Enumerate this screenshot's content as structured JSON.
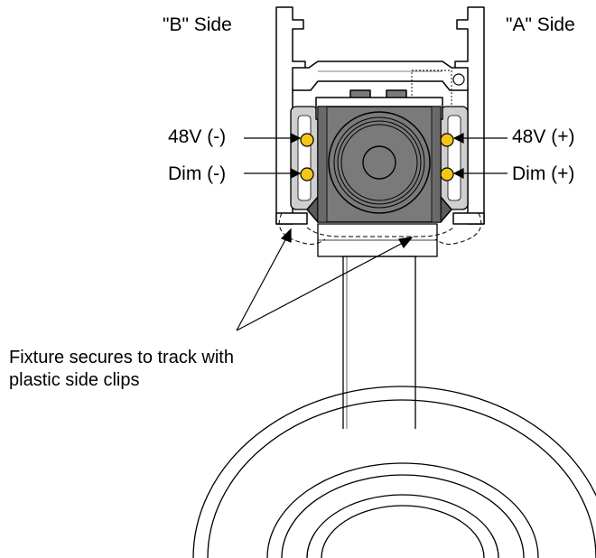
{
  "labels": {
    "b_side": "\"B\" Side",
    "a_side": "\"A\" Side",
    "v48_neg": "48V (-)",
    "v48_pos": "48V (+)",
    "dim_neg": "Dim (-)",
    "dim_pos": "Dim (+)"
  },
  "note": {
    "line1": "Fixture secures to track with",
    "line2": "plastic side clips"
  },
  "colors": {
    "line": "#000000",
    "contact": "#f5c518",
    "body_fill": "#7a7a7a",
    "clip_fill": "#cfcfcf",
    "background": "#ffffff"
  }
}
